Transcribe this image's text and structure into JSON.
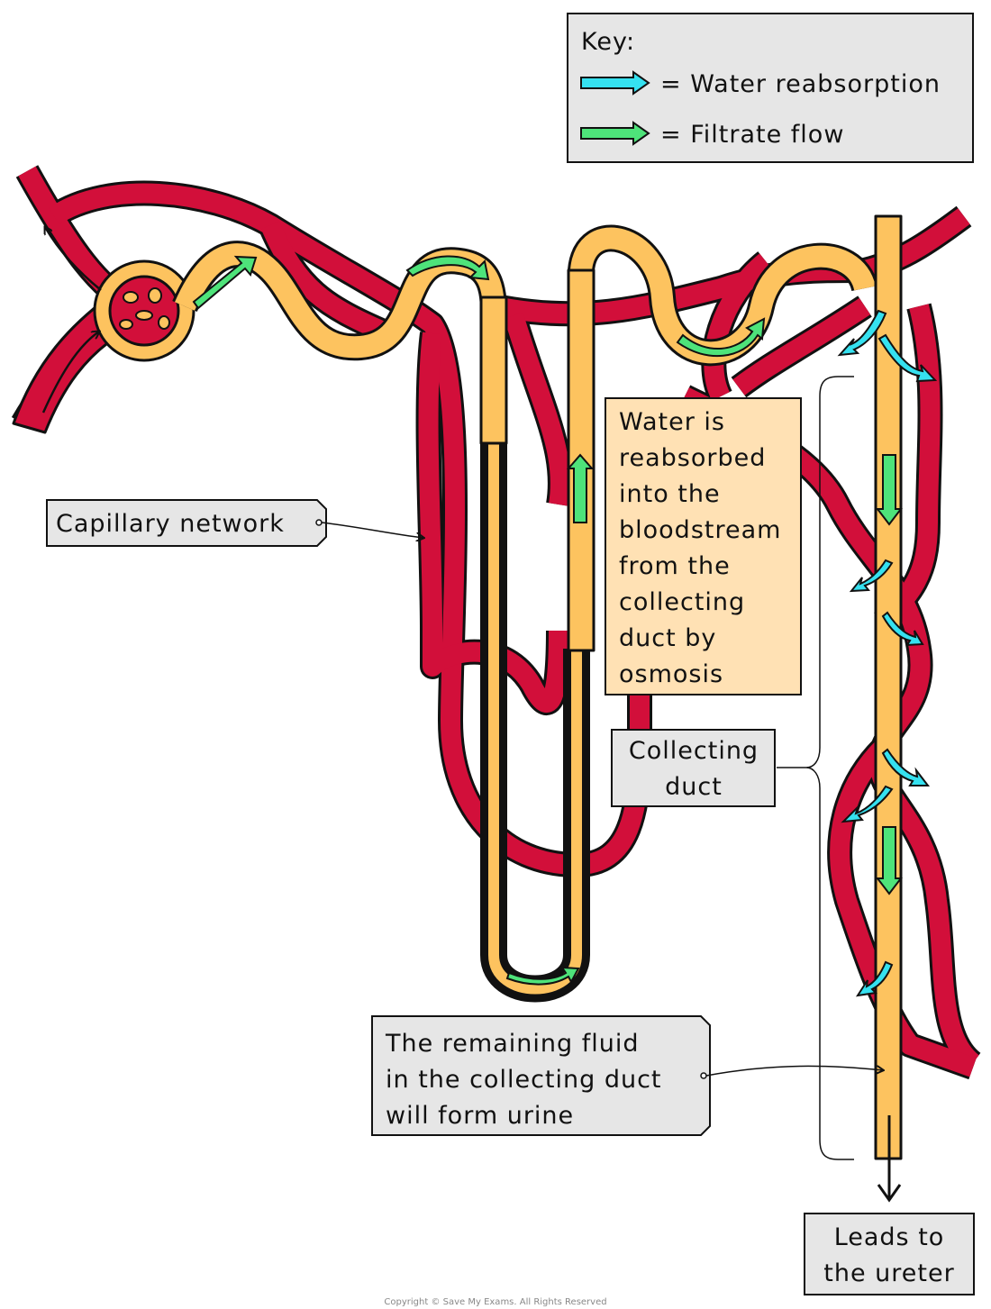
{
  "key": {
    "title": "Key:",
    "items": [
      {
        "label": "= Water reabsorption",
        "color": "#35E1F0",
        "icon": "cyan-arrow"
      },
      {
        "label": "= Filtrate flow",
        "color": "#4EE37A",
        "icon": "green-arrow"
      }
    ]
  },
  "labels": {
    "capillary_network": "Capillary network",
    "water_reabsorbed": [
      "Water is",
      "reabsorbed",
      "into the",
      "bloodstream",
      "from the",
      "collecting",
      "duct by",
      "osmosis"
    ],
    "collecting_duct": [
      "Collecting",
      "duct"
    ],
    "remaining_fluid": [
      "The remaining fluid",
      "in the collecting duct",
      "will form urine"
    ],
    "leads_to": [
      "Leads to",
      "the ureter"
    ]
  },
  "copyright": "Copyright © Save My Exams. All Rights Reserved",
  "colors": {
    "blood_vessel": "#D20F3A",
    "nephron": "#FDC35F",
    "label_box": "#E6E6E6",
    "highlight_box": "#FFE1B4",
    "outline": "#111111"
  }
}
